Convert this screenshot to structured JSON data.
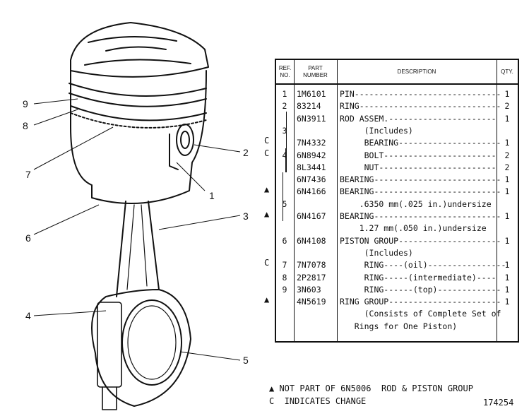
{
  "diagram": {
    "callouts": [
      "9",
      "8",
      "7",
      "6",
      "4",
      "1",
      "2",
      "3",
      "5"
    ]
  },
  "table": {
    "headers": {
      "ref": "REF.\nNO.",
      "part": "PART\nNUMBER",
      "desc": "DESCRIPTION",
      "qty": "QTY."
    },
    "rows": [
      {
        "mark": "",
        "ref": "1",
        "part": "1M6101",
        "desc": "PIN------------------------------",
        "qty": "1"
      },
      {
        "mark": "",
        "ref": "2",
        "part": "83214",
        "desc": "RING-----------------------------",
        "qty": "2"
      },
      {
        "mark": "",
        "ref": "",
        "part": "6N3911",
        "desc": "ROD ASSEM.----------------------",
        "qty": "1"
      },
      {
        "mark": "",
        "ref": "3",
        "part": "",
        "desc": "     (Includes)",
        "qty": ""
      },
      {
        "mark": "C",
        "ref": "",
        "part": "7N4332",
        "desc": "     BEARING---------------------",
        "qty": "1"
      },
      {
        "mark": "C",
        "ref": "4",
        "part": "6N8942",
        "desc": "     BOLT-----------------------",
        "qty": "2"
      },
      {
        "mark": "",
        "ref": "",
        "part": "8L3441",
        "desc": "     NUT------------------------",
        "qty": "2"
      },
      {
        "mark": "",
        "ref": "",
        "part": "6N7436",
        "desc": "BEARING--------------------------",
        "qty": "1"
      },
      {
        "mark": "▲",
        "ref": "",
        "part": "6N4166",
        "desc": "BEARING--------------------------",
        "qty": "1"
      },
      {
        "mark": "",
        "ref": "5",
        "part": "",
        "desc": "    .6350 mm(.025 in.)undersize",
        "qty": ""
      },
      {
        "mark": "▲",
        "ref": "",
        "part": "6N4167",
        "desc": "BEARING--------------------------",
        "qty": "1"
      },
      {
        "mark": "",
        "ref": "",
        "part": "",
        "desc": "    1.27 mm(.050 in.)undersize",
        "qty": ""
      },
      {
        "mark": "",
        "ref": "6",
        "part": "6N4108",
        "desc": "PISTON GROUP---------------------",
        "qty": "1"
      },
      {
        "mark": "",
        "ref": "",
        "part": "",
        "desc": "     (Includes)",
        "qty": ""
      },
      {
        "mark": "C",
        "ref": "7",
        "part": "7N7078",
        "desc": "     RING----(oil)----------------",
        "qty": "1"
      },
      {
        "mark": "",
        "ref": "8",
        "part": "2P2817",
        "desc": "     RING-----(intermediate)----",
        "qty": "1"
      },
      {
        "mark": "",
        "ref": "9",
        "part": "3N603",
        "desc": "     RING------(top)-------------",
        "qty": "1"
      },
      {
        "mark": "▲",
        "ref": "",
        "part": "4N5619",
        "desc": "RING GROUP-----------------------",
        "qty": "1"
      },
      {
        "mark": "",
        "ref": "",
        "part": "",
        "desc": "     (Consists of Complete Set of",
        "qty": ""
      },
      {
        "mark": "",
        "ref": "",
        "part": "",
        "desc": "   Rings for One Piston)",
        "qty": ""
      }
    ]
  },
  "notes": [
    "▲ NOT PART OF 6N5006  ROD & PISTON GROUP",
    "C  INDICATES CHANGE"
  ],
  "figure_number": "174254"
}
